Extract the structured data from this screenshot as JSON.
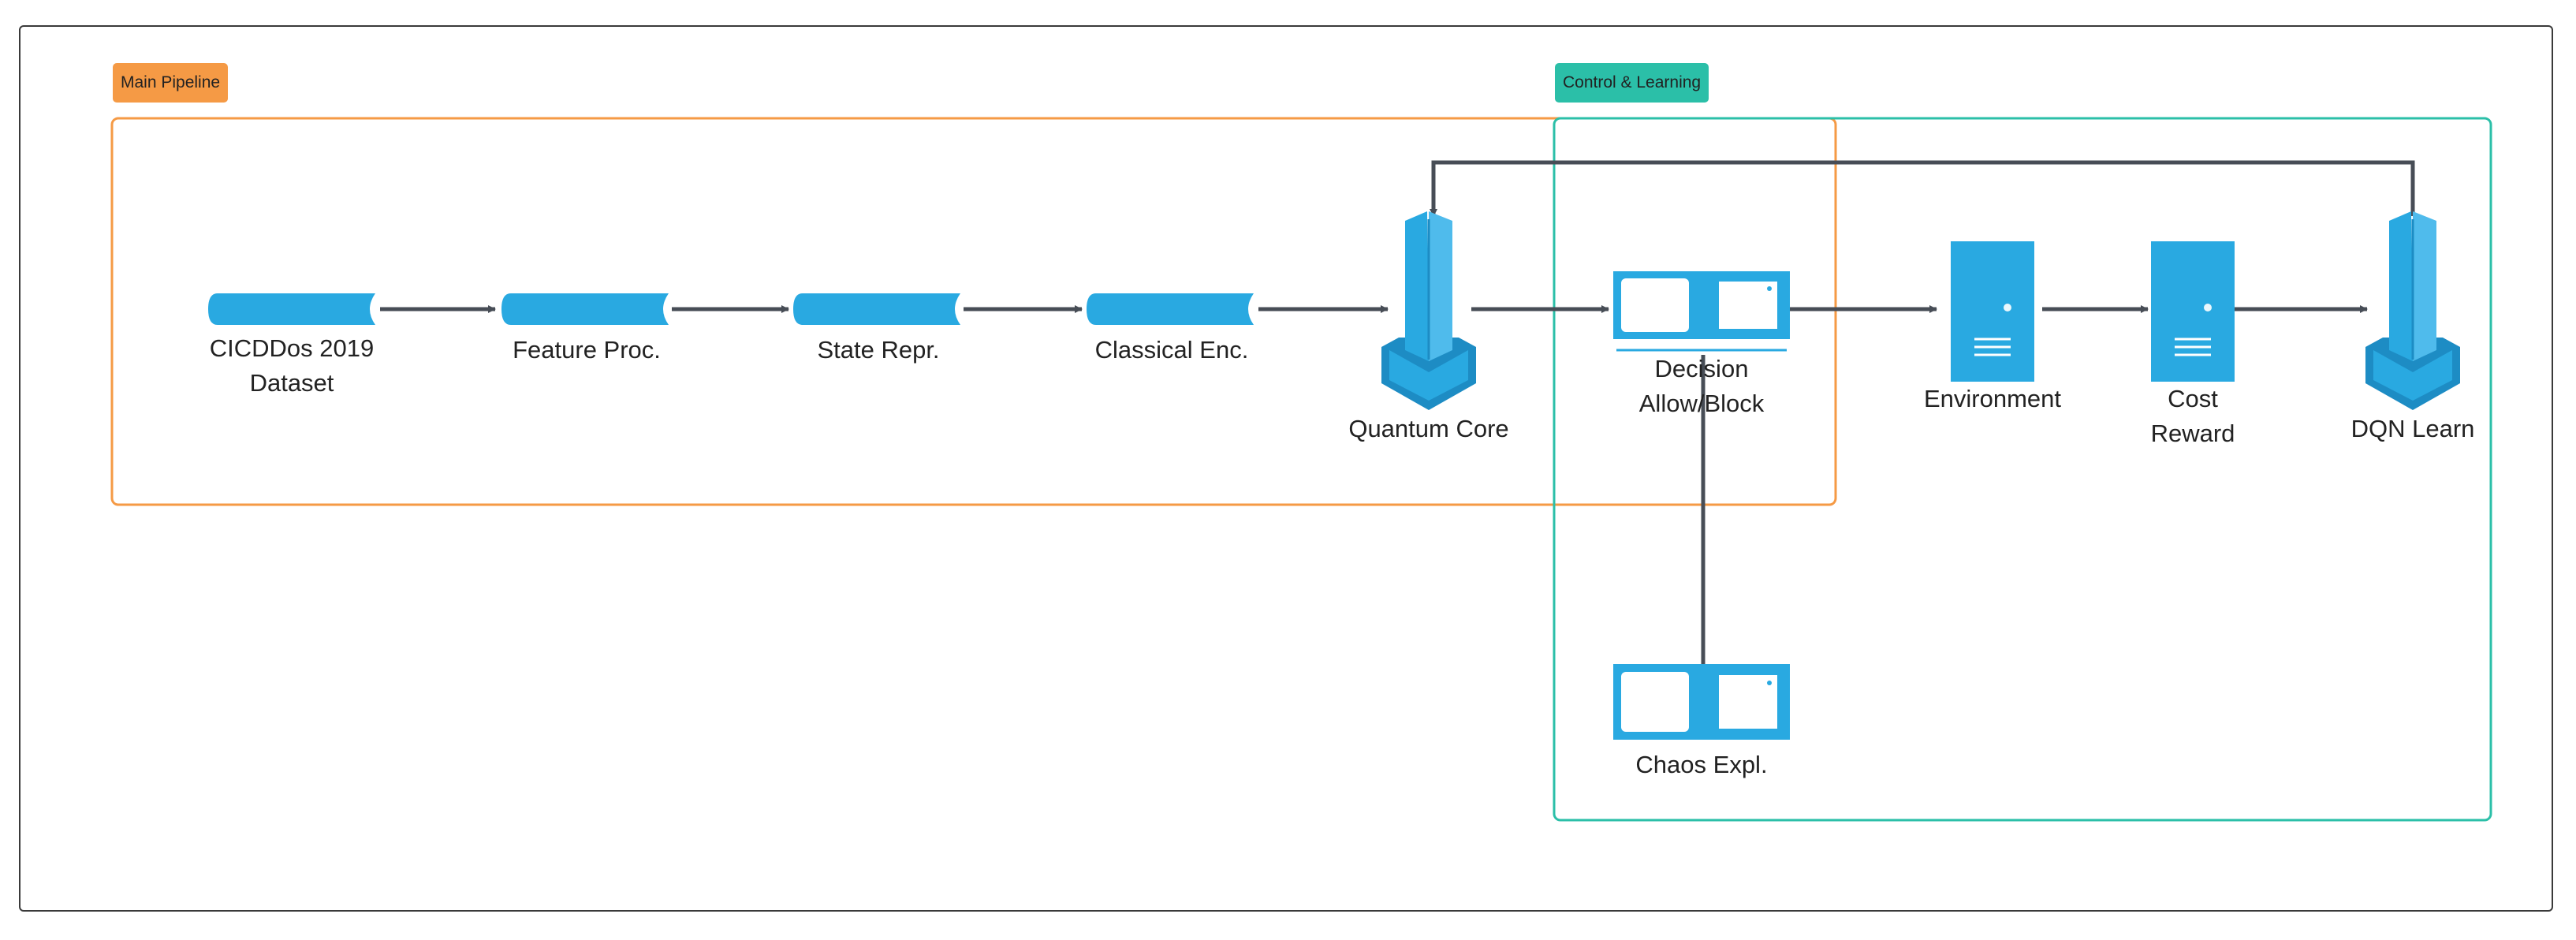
{
  "groups": {
    "main_pipeline": {
      "label": "Main Pipeline",
      "color": "#f59a45"
    },
    "control_learning": {
      "label": "Control & Learning",
      "color": "#2bbfa8"
    }
  },
  "nodes": {
    "dataset": {
      "label": "CICDDos 2019\nDataset",
      "icon": "storage-tape-icon"
    },
    "feature_proc": {
      "label": "Feature Proc.",
      "icon": "storage-tape-icon"
    },
    "state_repr": {
      "label": "State Repr.",
      "icon": "storage-tape-icon"
    },
    "classical_enc": {
      "label": "Classical Enc.",
      "icon": "storage-tape-icon"
    },
    "quantum_core": {
      "label": "Quantum Core",
      "icon": "mainframe-icon"
    },
    "decision": {
      "label": "Decision\nAllow/Block",
      "icon": "monitor-windows-icon"
    },
    "environment": {
      "label": "Environment",
      "icon": "server-tower-icon"
    },
    "cost_reward": {
      "label": "Cost\nReward",
      "icon": "server-tower-icon"
    },
    "dqn_learn": {
      "label": "DQN Learn",
      "icon": "mainframe-icon"
    },
    "chaos_expl": {
      "label": "Chaos Expl.",
      "icon": "monitor-windows-icon"
    }
  },
  "colors": {
    "icon": "#29a9e1",
    "icon_dark": "#1d8cc4",
    "edge": "#474d56"
  }
}
